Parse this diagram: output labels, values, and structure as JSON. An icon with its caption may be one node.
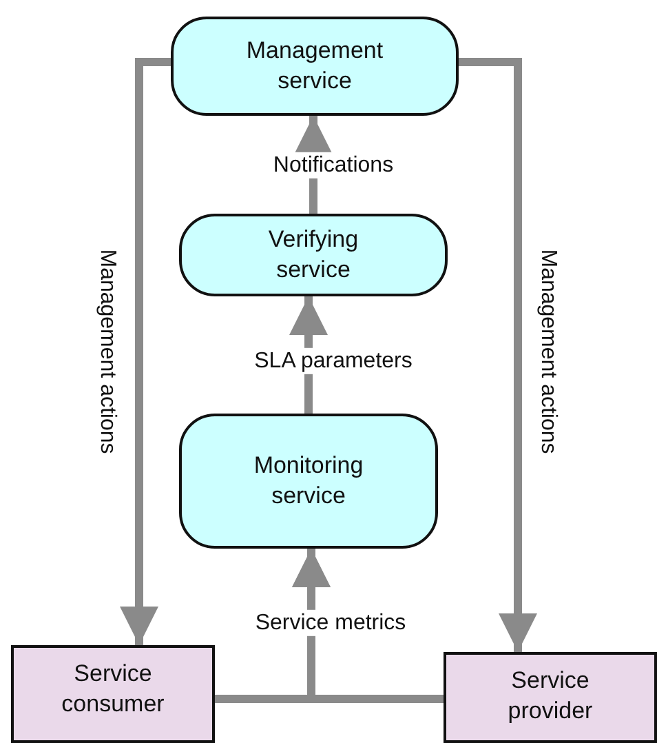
{
  "diagram": {
    "nodes": [
      {
        "text": [
          "Management service"
        ]
      },
      {
        "text": [
          "Verifying service"
        ]
      },
      {
        "text": [
          "Monitoring service"
        ]
      },
      {
        "text": [
          "Service consumer"
        ]
      },
      {
        "text": [
          "Service provider"
        ]
      }
    ],
    "edges": [
      {
        "from": 0,
        "to": 3,
        "arrow": "to",
        "label": "Management actions"
      },
      {
        "from": 0,
        "to": 4,
        "arrow": "to",
        "label": "Management actions"
      },
      {
        "from": 1,
        "to": 0,
        "arrow": "to",
        "label": "Notifications"
      },
      {
        "from": 2,
        "to": 1,
        "arrow": "to",
        "label": "SLA parameters"
      },
      {
        "from": 3,
        "to": 2,
        "arrow": "to",
        "label": "Service metrics"
      },
      {
        "from": 4,
        "to": 2,
        "arrow": "to"
      }
    ]
  }
}
